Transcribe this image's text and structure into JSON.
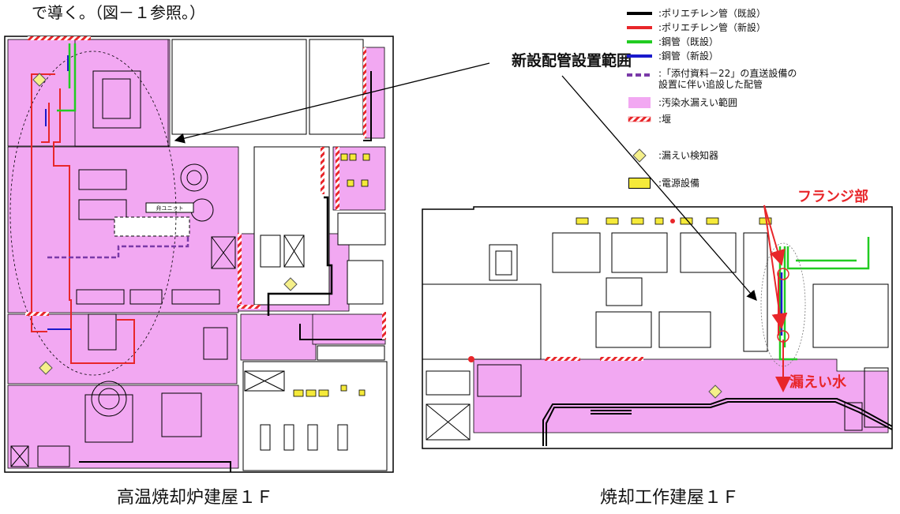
{
  "header": {
    "intro_text": "で導く。（図－１参照。）"
  },
  "callout": {
    "new_piping_range": "新設配管設置範囲"
  },
  "legend": [
    {
      "symbol": "black-line",
      "color": "#000000",
      "label": ":ポリエチレン管（既設）"
    },
    {
      "symbol": "red-line",
      "color": "#e8262a",
      "label": ":ポリエチレン管（新設）"
    },
    {
      "symbol": "green-line",
      "color": "#22cc22",
      "label": ":鋼管（既設）"
    },
    {
      "symbol": "blue-line",
      "color": "#1a1acc",
      "label": ":鋼管（新設）"
    },
    {
      "symbol": "purple-dashed-line",
      "color": "#7a3aa8",
      "label": ":「添付資料－22」の直送設備の\n設置に伴い追設した配管"
    },
    {
      "symbol": "pink-area",
      "color": "#f2a8f2",
      "label": ":汚染水漏えい範囲"
    },
    {
      "symbol": "dam-hatch",
      "color": "#e8262a",
      "label": ":堰"
    },
    {
      "symbol": "diamond",
      "color": "#f5f08a",
      "label": ":漏えい検知器"
    },
    {
      "symbol": "yellow-rect",
      "color": "#f5ea3a",
      "label": ":電源設備"
    }
  ],
  "annotations": {
    "flange": "フランジ部",
    "leak_water": "漏えい水",
    "valve_unit": "弁ユニット"
  },
  "captions": {
    "left_building": "高温焼却炉建屋１Ｆ",
    "right_building": "焼却工作建屋１Ｆ"
  },
  "colors": {
    "contamination_pink": "#f2a8f2",
    "existing_pe": "#000000",
    "new_pe": "#e8262a",
    "existing_steel": "#22cc22",
    "new_steel": "#1a1acc",
    "detector": "#f5f08a",
    "power": "#f5ea3a"
  }
}
